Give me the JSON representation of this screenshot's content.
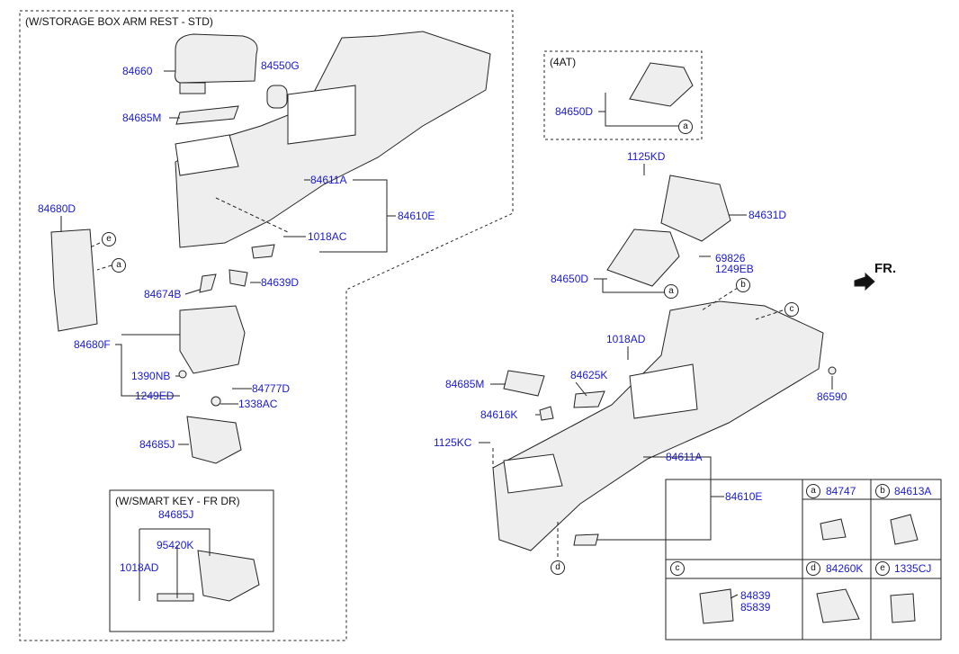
{
  "captions": {
    "storage_box": "(W/STORAGE BOX ARM REST - STD)",
    "four_at": "(4AT)",
    "smart_key": "(W/SMART KEY - FR DR)",
    "front": "FR."
  },
  "parts": {
    "p84660": "84660",
    "p84550G": "84550G",
    "p84685M_a": "84685M",
    "p84611A_a": "84611A",
    "p84610E_a": "84610E",
    "p1018AC_a": "1018AC",
    "p84680D": "84680D",
    "p84639D": "84639D",
    "p84674B": "84674B",
    "p84680F": "84680F",
    "p1390NB": "1390NB",
    "p84777D": "84777D",
    "p1249ED": "1249ED",
    "p1338AC": "1338AC",
    "p84685J_a": "84685J",
    "p84685J_b": "84685J",
    "p95420K": "95420K",
    "p1018AD_a": "1018AD",
    "p84650D_a": "84650D",
    "p1125KD": "1125KD",
    "p84631D": "84631D",
    "p69826": "69826",
    "p1249EB": "1249EB",
    "p84650D_b": "84650D",
    "p1018AD_b": "1018AD",
    "p84685M_b": "84685M",
    "p84625K": "84625K",
    "p84616K": "84616K",
    "p1125KC": "1125KC",
    "p84611A_b": "84611A",
    "p84610E_b": "84610E",
    "p86590": "86590"
  },
  "markers": {
    "a": "a",
    "b": "b",
    "c": "c",
    "d": "d",
    "e": "e"
  },
  "legend": {
    "a_part": "84747",
    "b_part": "84613A",
    "d_part": "84260K",
    "e_part": "1335CJ",
    "c_part1": "84839",
    "c_part2": "85839"
  },
  "colors": {
    "part_number": "#1a1ad0",
    "line": "#222222",
    "fill": "#eeeeee"
  }
}
